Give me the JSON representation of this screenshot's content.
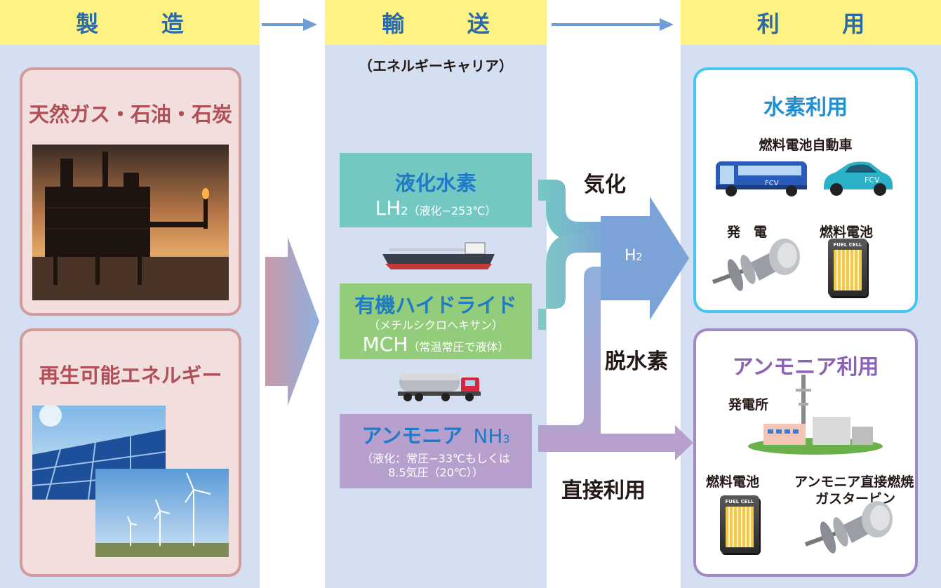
{
  "headers": {
    "manufacture": "製　造",
    "transport": "輸　送",
    "use": "利　用"
  },
  "transport_subtitle": "（エネルギーキャリア）",
  "sources": {
    "fossil": "天然ガス・石油・石炭",
    "renewable": "再生可能エネルギー"
  },
  "carriers": {
    "lh2": {
      "title": "液化水素",
      "formula": "LH",
      "sub": "2",
      "note": "（液化−253℃）"
    },
    "mch": {
      "title": "有機ハイドライド",
      "note1": "（メチルシクロヘキサン）",
      "formula": "MCH",
      "note2": "（常温常圧で液体）"
    },
    "nh3": {
      "title": "アンモニア",
      "formula": "NH",
      "sub": "3",
      "note1": "（液化：常圧−33℃もしくは",
      "note2": "8.5気圧（20℃））"
    }
  },
  "flow_labels": {
    "vaporize": "気化",
    "h2": "H",
    "h2_sub": "2",
    "dehydrogenation": "脱水素",
    "direct_use": "直接利用"
  },
  "hydrogen_use": {
    "title": "水素利用",
    "fcv": "燃料電池自動車",
    "fcv_tag": "FCV",
    "power": "発　電",
    "fuel_cell": "燃料電池",
    "fuel_cell_tag": "FUEL CELL"
  },
  "ammonia_use": {
    "title": "アンモニア利用",
    "plant": "発電所",
    "fuel_cell": "燃料電池",
    "fuel_cell_tag": "FUEL CELL",
    "turbine_line1": "アンモニア直接燃焼",
    "turbine_line2": "ガスタービン"
  },
  "colors": {
    "header_bg": "#fdf282",
    "header_text": "#2b6aa8",
    "column_bg": "#d4e0f1",
    "source_bg": "#f3dede",
    "source_border": "#d19b9b",
    "source_title": "#b05058",
    "lh2": "#73c9c1",
    "mch": "#93cd7c",
    "nh3": "#b7a0cd",
    "carrier_title": "#1f7bc6",
    "h2_arrow": "#7ca3d8",
    "hydrogen_box": "#47c6ef",
    "hydrogen_title": "#1f8fd4",
    "ammonia_box": "#a389c4",
    "ammonia_title": "#8b63b3"
  }
}
